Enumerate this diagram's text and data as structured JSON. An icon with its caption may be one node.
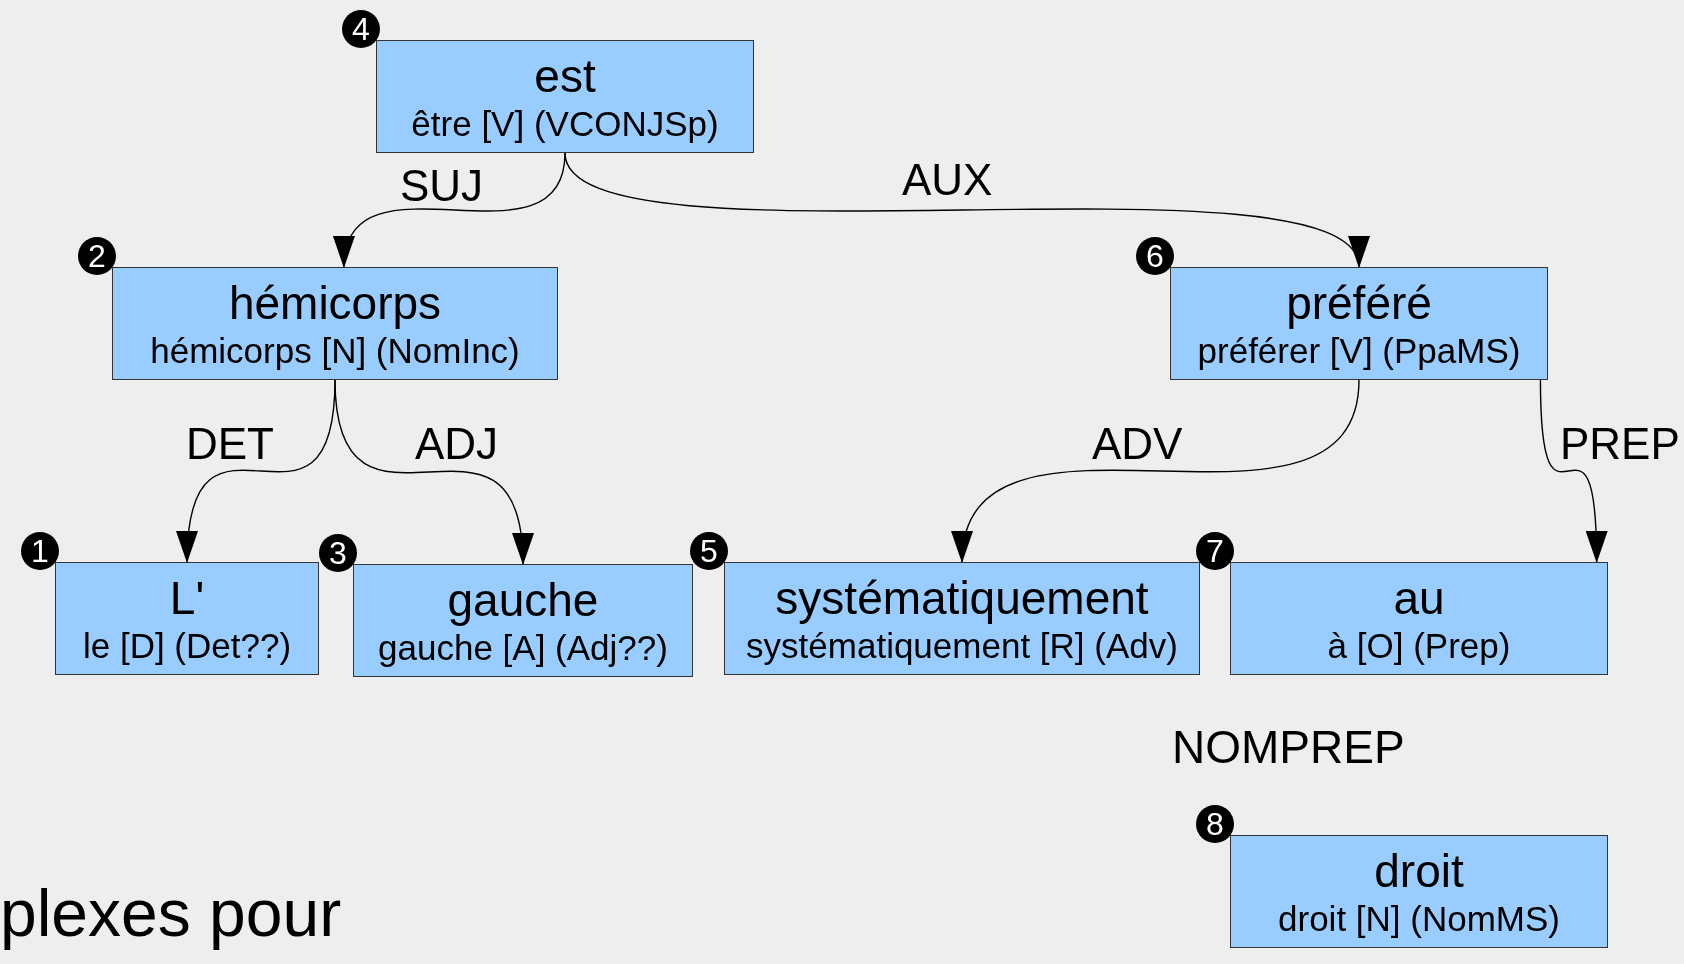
{
  "diagram": {
    "nodes": [
      {
        "text": [
          "est",
          "être [V] (VCONJSp)"
        ],
        "beside": [
          "4"
        ]
      },
      {
        "text": [
          "hémicorps",
          "hémicorps [N] (NomInc)"
        ],
        "beside": [
          "2"
        ]
      },
      {
        "text": [
          "préféré",
          "préférer [V] (PpaMS)"
        ],
        "beside": [
          "6"
        ]
      },
      {
        "text": [
          "L'",
          "le [D] (Det??)"
        ],
        "beside": [
          "1"
        ]
      },
      {
        "text": [
          "gauche",
          "gauche [A] (Adj??)"
        ],
        "beside": [
          "3"
        ]
      },
      {
        "text": [
          "systématiquement",
          "systématiquement [R] (Adv)"
        ],
        "beside": [
          "5"
        ]
      },
      {
        "text": [
          "au",
          "à [O] (Prep)"
        ],
        "beside": [
          "7"
        ]
      },
      {
        "text": [
          "droit",
          "droit [N] (NomMS)"
        ],
        "beside": [
          "8"
        ]
      }
    ],
    "edges": [
      {
        "from": 0,
        "to": 1,
        "arrow": "to",
        "label": "SUJ"
      },
      {
        "from": 0,
        "to": 2,
        "arrow": "to",
        "label": "AUX"
      },
      {
        "from": 1,
        "to": 3,
        "arrow": "to",
        "label": "DET"
      },
      {
        "from": 1,
        "to": 4,
        "arrow": "to",
        "label": "ADJ"
      },
      {
        "from": 2,
        "to": 5,
        "arrow": "to",
        "label": "ADV"
      },
      {
        "from": 2,
        "to": 6,
        "arrow": "to",
        "label": "PREP"
      }
    ],
    "labels": [
      "NOMPREP",
      "plexes pour"
    ]
  }
}
